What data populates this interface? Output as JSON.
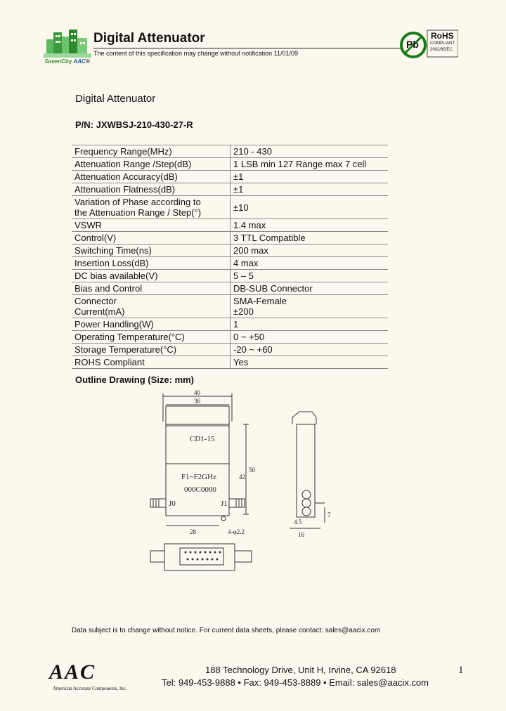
{
  "header": {
    "brand": "GreenCity",
    "brand_mark": "AAC",
    "title": "Digital Attenuator",
    "notice": "The content of this specification may change without notification 11/01/09",
    "rohs_badge": "RoHS",
    "rohs_sub": "COMPLIANT",
    "rohs_code": "2002/95/EC",
    "pb": "Pb"
  },
  "heading": "Digital Attenuator",
  "part_number": "P/N: JXWBSJ-210-430-27-R",
  "specs": [
    {
      "param": "Frequency Range(MHz)",
      "value": "210 - 430"
    },
    {
      "param": "Attenuation Range /Step(dB)",
      "value": "1 LSB min 127 Range max 7 cell"
    },
    {
      "param": "Attenuation Accuracy(dB)",
      "value": "±1"
    },
    {
      "param": "Attenuation Flatness(dB)",
      "value": "±1"
    },
    {
      "param": "Variation of Phase according to",
      "param2": "the Attenuation Range / Step(°)",
      "value": "±10"
    },
    {
      "param": "VSWR",
      "value": "1.4 max"
    },
    {
      "param": "Control(V)",
      "value": "3 TTL Compatible"
    },
    {
      "param": "Switching Time(ns)",
      "value": "200 max"
    },
    {
      "param": "Insertion Loss(dB)",
      "value": "4 max"
    },
    {
      "param": "DC bias available(V)",
      "value": "5 – 5"
    },
    {
      "param": "Bias and Control",
      "value": "DB-SUB Connector"
    },
    {
      "param": "Connector",
      "param2": "Current(mA)",
      "value": "SMA-Female",
      "value2": "±200"
    },
    {
      "param": "Power Handling(W)",
      "value": "1"
    },
    {
      "param": "Operating Temperature(°C)",
      "value": "0 ~ +50"
    },
    {
      "param": "Storage Temperature(°C)",
      "value": "-20 ~ +60"
    },
    {
      "param": "ROHS Compliant",
      "value": "Yes"
    }
  ],
  "outline_title": "Outline Drawing (Size: mm)",
  "drawing": {
    "dim_40": "40",
    "dim_36": "36",
    "dim_28": "28",
    "dim_50": "50",
    "dim_42": "42",
    "dim_4_5": "4.5",
    "dim_16": "16",
    "dim_7": "7",
    "hole": "4-φ2.2",
    "model": "CD1-15",
    "freq": "F1~F2GHz",
    "serial": "000C0000",
    "j0": "J0",
    "j1": "J1"
  },
  "footer": {
    "note": "Data subject is to change without notice.  For current data sheets, please contact: sales@aacix.com",
    "logo": "AAC",
    "company": "American Accurate Components, Inc.",
    "address": "188 Technology Drive, Unit H, Irvine, CA 92618",
    "contact": "Tel: 949-453-9888 • Fax: 949-453-8889 • Email: sales@aacix.com",
    "page": "1"
  }
}
